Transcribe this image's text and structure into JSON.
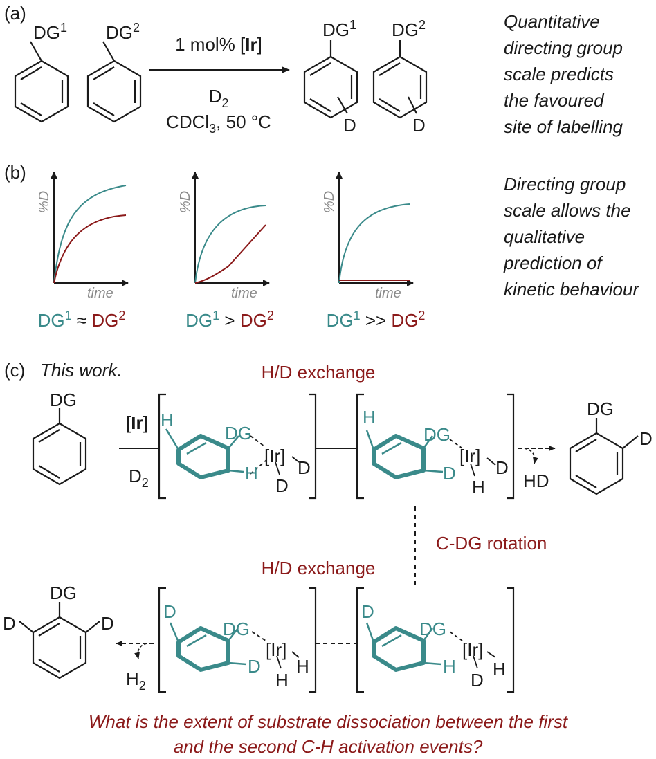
{
  "colors": {
    "teal": "#3a8a8a",
    "red": "#8b1a1a",
    "gray": "#8a8a8a",
    "ink": "#1a1a1a"
  },
  "panel_a": {
    "tag": "(a)",
    "dg1": "DG",
    "dg1_sup": "1",
    "dg2": "DG",
    "dg2_sup": "2",
    "catalyst_prefix": "1 mol% [",
    "catalyst_bold": "Ir",
    "catalyst_suffix": "]",
    "reagent": "D",
    "reagent_sub": "2",
    "conditions_a": "CDCl",
    "conditions_sub": "3",
    "conditions_b": ", 50 °C",
    "label_d": "D",
    "caption": [
      "Quantitative",
      "directing group",
      "scale predicts",
      "the favoured",
      "site of labelling"
    ]
  },
  "panel_b": {
    "tag": "(b)",
    "ylabel": "%D",
    "xlabel": "time",
    "relations": [
      {
        "a": "DG",
        "a_sup": "1",
        "op": "≈",
        "b": "DG",
        "b_sup": "2"
      },
      {
        "a": "DG",
        "a_sup": "1",
        "op": ">",
        "b": "DG",
        "b_sup": "2"
      },
      {
        "a": "DG",
        "a_sup": "1",
        "op": ">>",
        "b": "DG",
        "b_sup": "2"
      }
    ],
    "caption": [
      "Directing group",
      "scale allows the",
      "qualitative",
      "prediction of",
      "kinetic behaviour"
    ]
  },
  "panel_c": {
    "tag": "(c)",
    "subtitle": "This work.",
    "hd_exchange": "H/D exchange",
    "rotation": "C-DG rotation",
    "dg": "DG",
    "ir": "[Ir]",
    "cat_prefix": "[",
    "cat_bold": "Ir",
    "cat_suffix": "]",
    "h": "H",
    "d": "D",
    "hd": "HD",
    "h2": "H",
    "h2_sub": "2",
    "reagent": "D",
    "reagent_sub": "2",
    "question": [
      "What is the extent of substrate dissociation between the first",
      "and the second C-H activation events?"
    ]
  }
}
